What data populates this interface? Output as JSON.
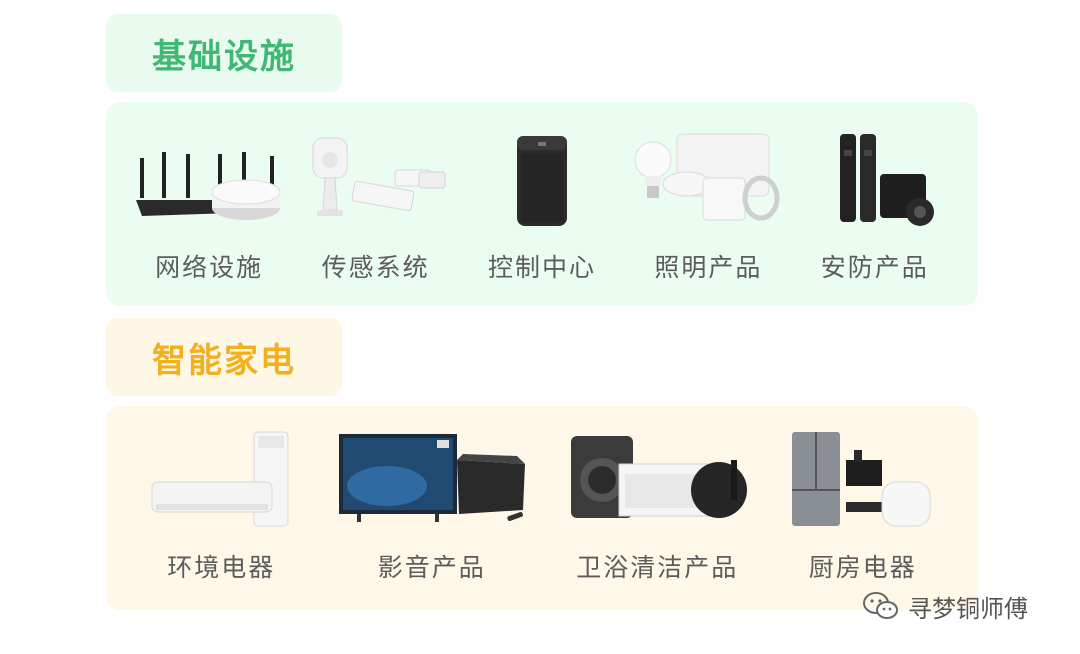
{
  "sections": [
    {
      "title": "基础设施",
      "items": [
        {
          "label": "网络设施",
          "icon": "router-hub-icon"
        },
        {
          "label": "传感系统",
          "icon": "sensors-icon"
        },
        {
          "label": "控制中心",
          "icon": "smart-speaker-icon"
        },
        {
          "label": "照明产品",
          "icon": "lighting-icon"
        },
        {
          "label": "安防产品",
          "icon": "door-lock-camera-icon"
        }
      ]
    },
    {
      "title": "智能家电",
      "items": [
        {
          "label": "环境电器",
          "icon": "air-conditioner-purifier-icon"
        },
        {
          "label": "影音产品",
          "icon": "tv-projector-icon"
        },
        {
          "label": "卫浴清洁产品",
          "icon": "washer-heater-robot-icon"
        },
        {
          "label": "厨房电器",
          "icon": "fridge-kitchen-icon"
        }
      ]
    }
  ],
  "watermark": {
    "text": "寻梦铜师傅",
    "icon": "wechat-icon"
  },
  "colors": {
    "green_accent": "#3fb873",
    "yellow_accent": "#f3b01c",
    "green_bg": "#ebfcf0",
    "yellow_bg": "#fff8e8"
  }
}
